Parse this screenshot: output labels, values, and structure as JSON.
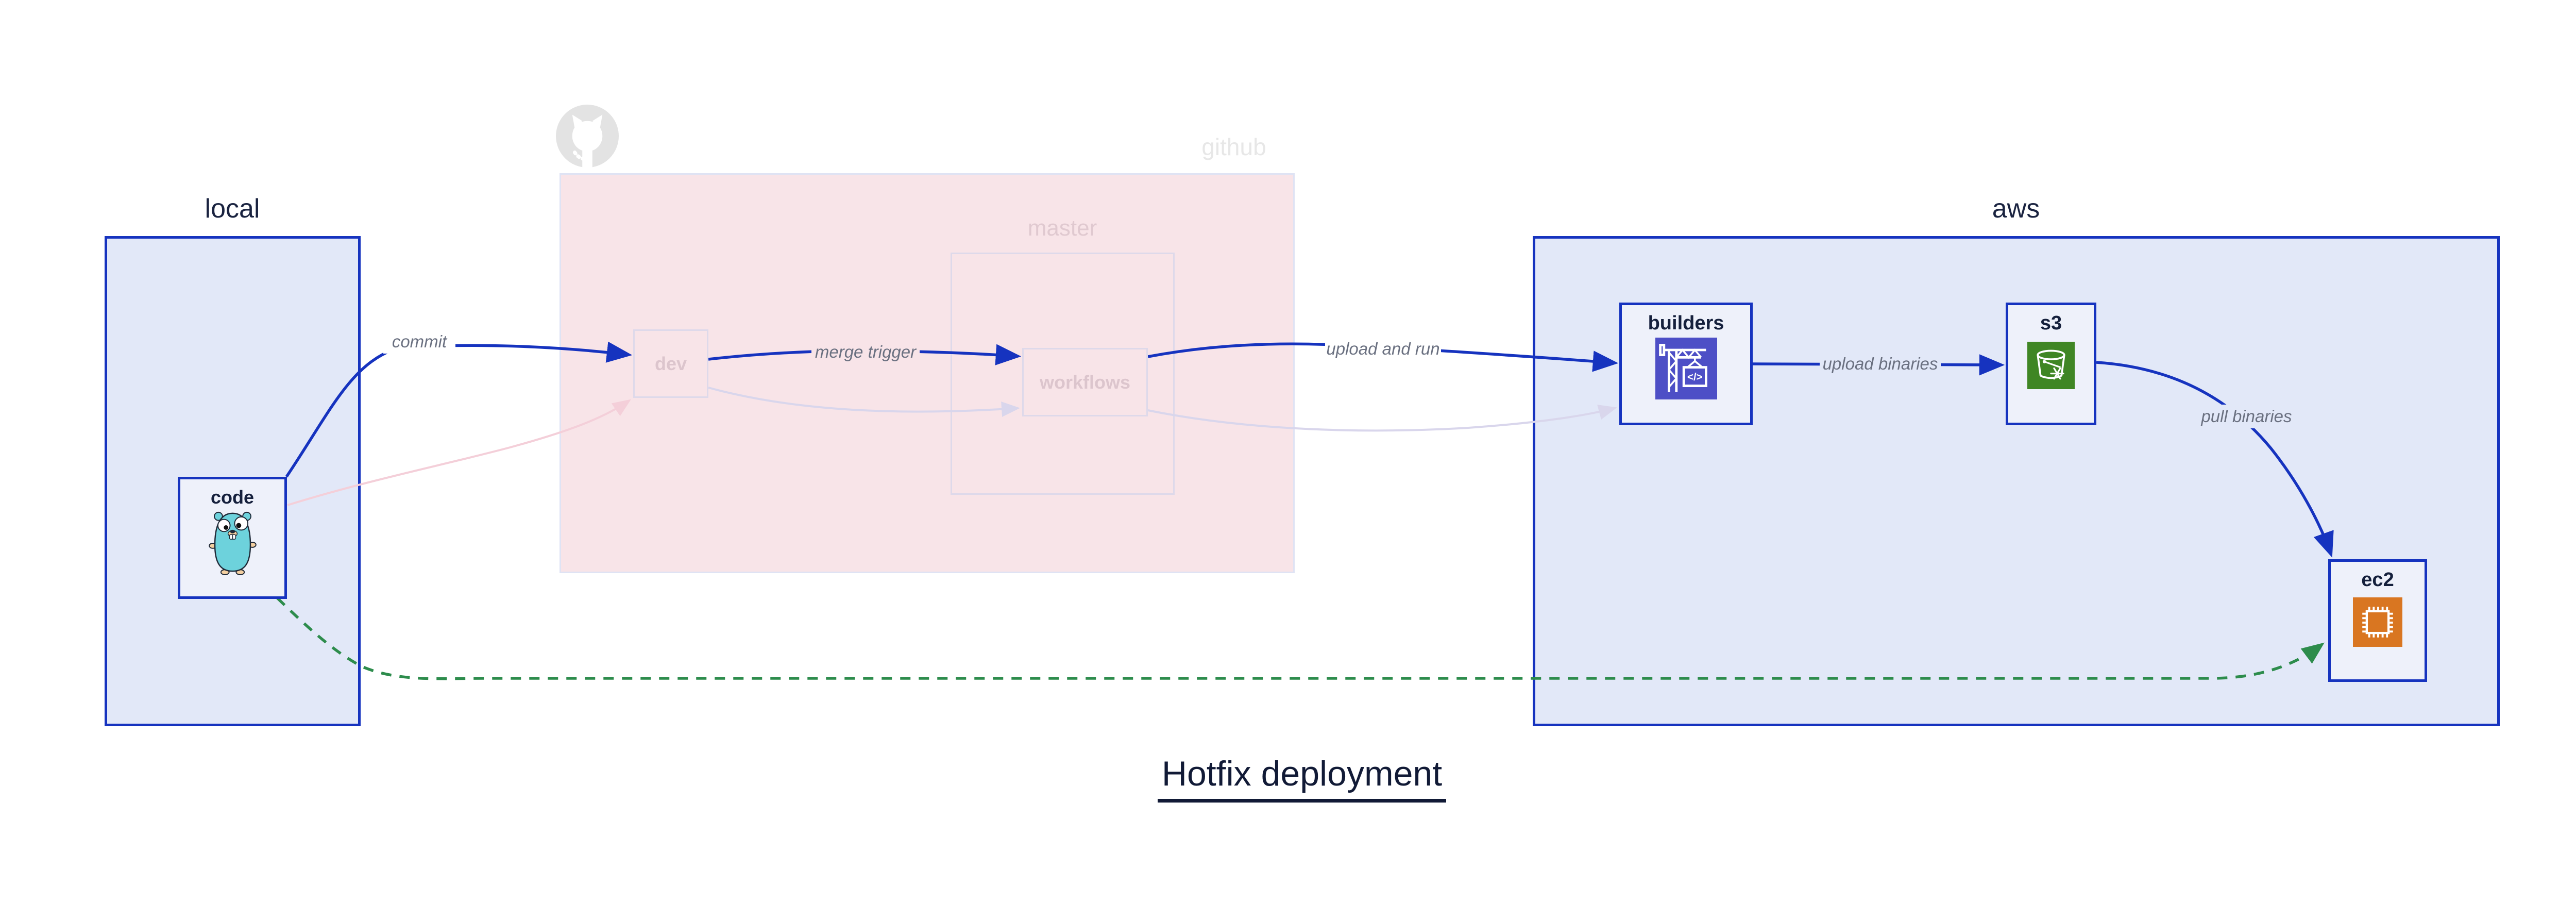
{
  "title": "Hotfix deployment",
  "containers": {
    "local": {
      "label": "local"
    },
    "github": {
      "label": "github"
    },
    "master": {
      "label": "master"
    },
    "aws": {
      "label": "aws"
    }
  },
  "nodes": {
    "code": {
      "label": "code",
      "icon": "go-gopher"
    },
    "dev": {
      "label": "dev"
    },
    "workflows": {
      "label": "workflows"
    },
    "builders": {
      "label": "builders",
      "icon": "aws-codebuild-crane"
    },
    "s3": {
      "label": "s3",
      "icon": "aws-s3-glacier-bucket"
    },
    "ec2": {
      "label": "ec2",
      "icon": "aws-ec2-chip"
    }
  },
  "edges": [
    {
      "id": "commit",
      "from": "code",
      "to": "dev",
      "label": "commit",
      "style": "solid-blue"
    },
    {
      "id": "code-dev-faded",
      "from": "code",
      "to": "dev",
      "label": "",
      "style": "faded-pink"
    },
    {
      "id": "merge-trigger",
      "from": "dev",
      "to": "workflows",
      "label": "merge trigger",
      "style": "solid-blue"
    },
    {
      "id": "dev-workflows-faded",
      "from": "dev",
      "to": "workflows",
      "label": "",
      "style": "faded-lavender"
    },
    {
      "id": "upload-and-run",
      "from": "workflows",
      "to": "builders",
      "label": "upload and run",
      "style": "solid-blue"
    },
    {
      "id": "workflows-builders-faded",
      "from": "workflows",
      "to": "builders",
      "label": "",
      "style": "faded-lavender"
    },
    {
      "id": "upload-binaries",
      "from": "builders",
      "to": "s3",
      "label": "upload binaries",
      "style": "solid-blue"
    },
    {
      "id": "pull-binaries",
      "from": "s3",
      "to": "ec2",
      "label": "pull binaries",
      "style": "solid-blue"
    },
    {
      "id": "hotfix-path",
      "from": "code",
      "to": "ec2",
      "label": "",
      "style": "dashed-green"
    }
  ],
  "icons": {
    "octocat": "github-octocat-watermark",
    "codebuild_text": "</>"
  },
  "colors": {
    "edge_blue": "#1633bf",
    "container_fill": "#e2e8f8",
    "node_fill": "#eef1fa",
    "github_fill": "#f8e4e8",
    "faded_border": "#ded9ea",
    "faded_pink_edge": "#f4cfd9",
    "faded_lavender_edge": "#d9d6ec",
    "hotfix_green": "#2d8c4c",
    "text_navy": "#15203c",
    "edge_label_gray": "#6a7080",
    "watermark_gray": "#e3e3e3",
    "codebuild_tile": "#4d4fc6",
    "s3_tile": "#3f8624",
    "ec2_tile": "#d97621"
  }
}
